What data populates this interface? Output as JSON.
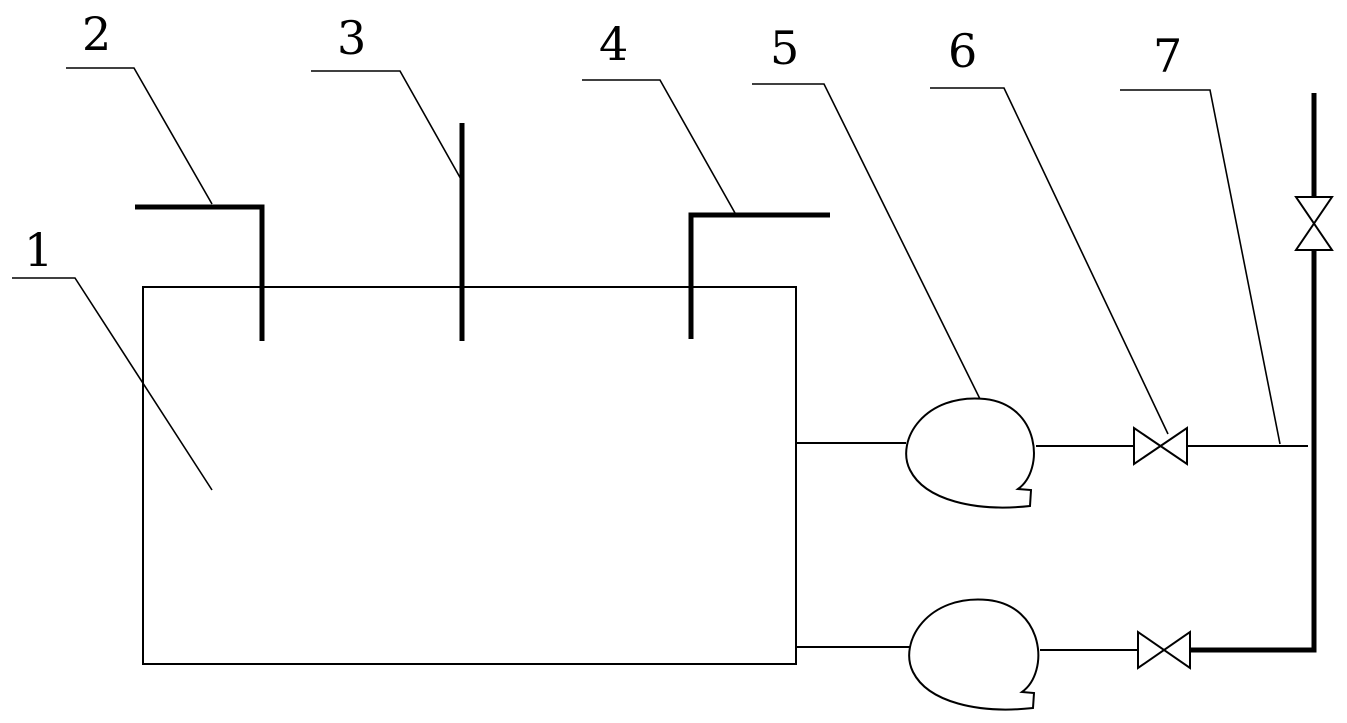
{
  "labels": {
    "tank": "1",
    "inlet_pipe": "2",
    "vent_pipe": "3",
    "overflow_pipe": "4",
    "pump": "5",
    "valve": "6",
    "outlet_pipe": "7"
  },
  "line_color": "#000000",
  "background_color": "#ffffff"
}
